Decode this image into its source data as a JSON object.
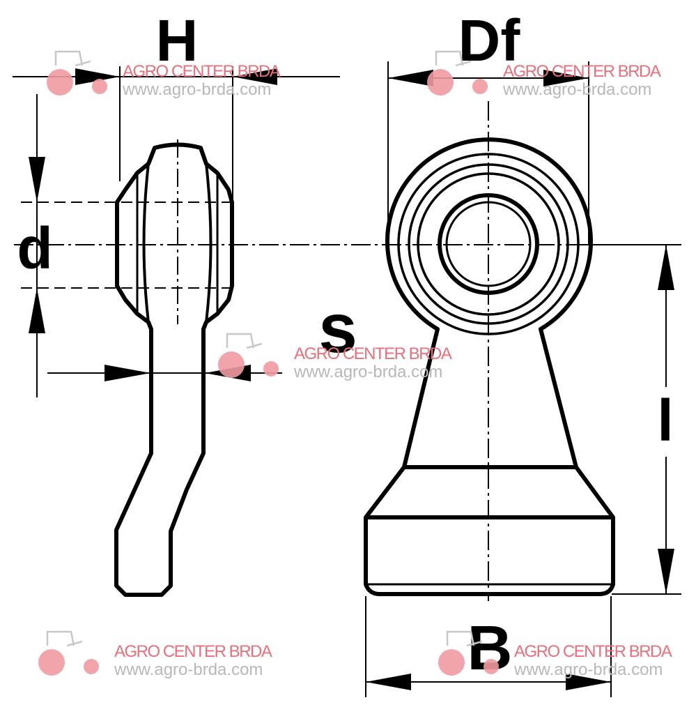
{
  "labels": {
    "H": "H",
    "Df": "Df",
    "d": "d",
    "s": "s",
    "l": "l",
    "B": "B"
  },
  "watermark": {
    "brand": "AGRO CENTER BRDA",
    "url": "www.agro-brda.com",
    "icon": "tractor-icon",
    "brand_color": "#e8707a",
    "url_color": "#b8b8b8"
  },
  "colors": {
    "line": "#000000",
    "background": "#ffffff"
  }
}
